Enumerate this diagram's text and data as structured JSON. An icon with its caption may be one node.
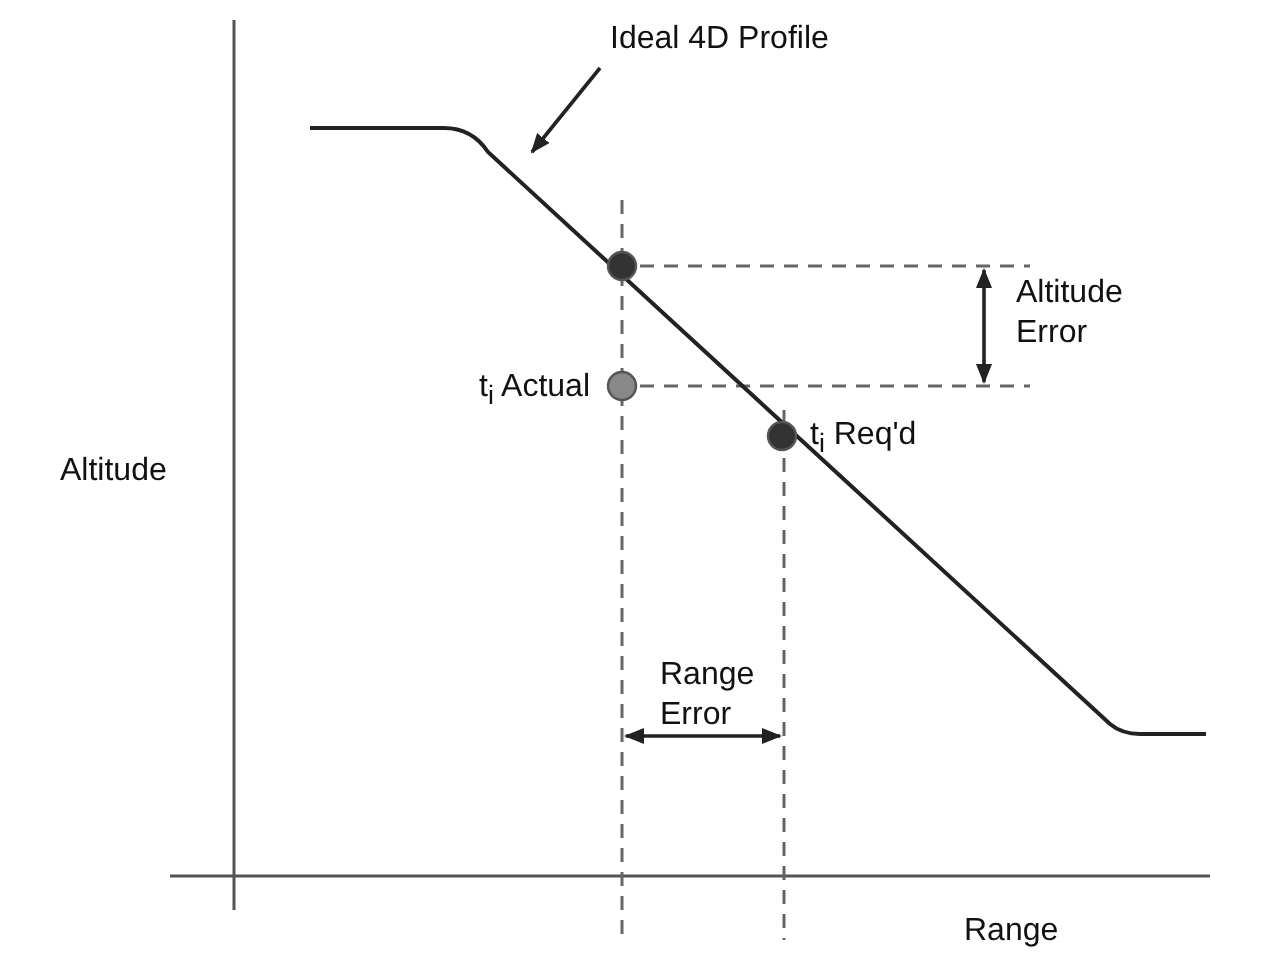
{
  "diagram": {
    "nodes": [
      {
        "text": [
          "Ideal 4D Profile"
        ]
      },
      {
        "text": [],
        "shape": "line"
      }
    ],
    "edges": [
      {
        "from": 0,
        "to": 1,
        "arrow": "to"
      }
    ],
    "labels": [
      "t$_{i}$ Actual",
      "t$_{i}$ Req'd",
      "Altitude Error",
      "Altitude",
      "Range Error",
      "Range"
    ]
  }
}
